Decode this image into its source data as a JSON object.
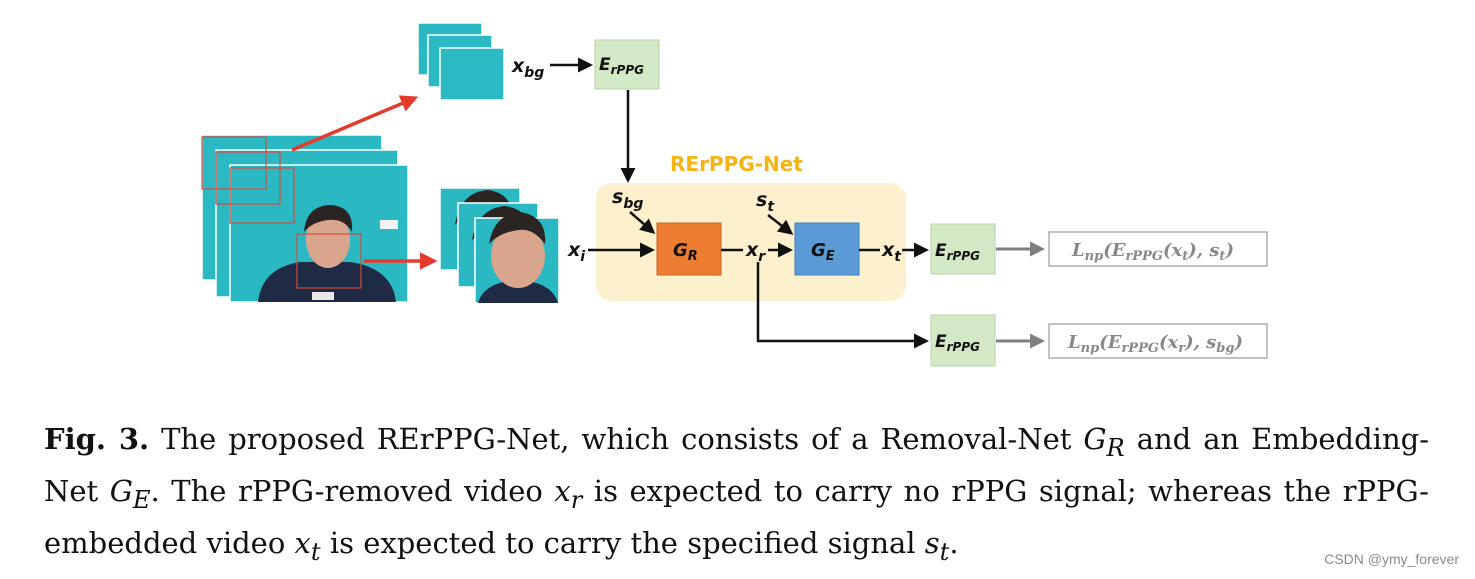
{
  "diagram": {
    "net_title": "RErPPG-Net",
    "labels": {
      "x_bg": "x",
      "x_bg_sub": "bg",
      "x_i": "x",
      "x_i_sub": "i",
      "x_r": "x",
      "x_r_sub": "r",
      "x_t": "x",
      "x_t_sub": "t",
      "s_bg": "s",
      "s_bg_sub": "bg",
      "s_t": "s",
      "s_t_sub": "t"
    },
    "boxes": {
      "e_rppg": "E",
      "e_rppg_sub": "rPPG",
      "g_r": "G",
      "g_r_sub": "R",
      "g_e": "G",
      "g_e_sub": "E"
    },
    "losses": {
      "loss_top_main": "L",
      "loss_top_sub": "np",
      "loss_top_arg": "(E",
      "loss_top_arg_sub": "rPPG",
      "loss_top_rest": "(x",
      "loss_top_rest_sub": "t",
      "loss_top_end": "), s",
      "loss_top_end_sub": "t",
      "loss_top_close": ")",
      "loss_bottom_main": "L",
      "loss_bottom_sub": "np",
      "loss_bottom_arg": "(E",
      "loss_bottom_arg_sub": "rPPG",
      "loss_bottom_rest": "(x",
      "loss_bottom_rest_sub": "r",
      "loss_bottom_end": "), s",
      "loss_bottom_end_sub": "bg",
      "loss_bottom_close": ")"
    },
    "colors": {
      "teal": "#2ab8c2",
      "net_bg": "#fdf0cc",
      "net_title": "#f5b318",
      "e_box": "#d3e9c6",
      "g_r_box": "#ed7d31",
      "g_e_box": "#5b9bd5",
      "red_arrow": "#e53b2c",
      "gray_arrow": "#7f7f7f"
    }
  },
  "caption": {
    "fig_label": "Fig. 3.",
    "t1": " The proposed RErPPG-Net, which consists of a Removal-Net ",
    "gr": "G",
    "gr_sub": "R",
    "t2": " and an Embedding-Net ",
    "ge": "G",
    "ge_sub": "E",
    "t3": ". The rPPG-removed video ",
    "xr": "x",
    "xr_sub": "r",
    "t4": " is expected to carry no rPPG signal; whereas the rPPG-embedded video ",
    "xt": "x",
    "xt_sub": "t",
    "t5": " is expected to carry the specified signal ",
    "st": "s",
    "st_sub": "t",
    "t6": "."
  },
  "watermark": "CSDN @ymy_forever"
}
